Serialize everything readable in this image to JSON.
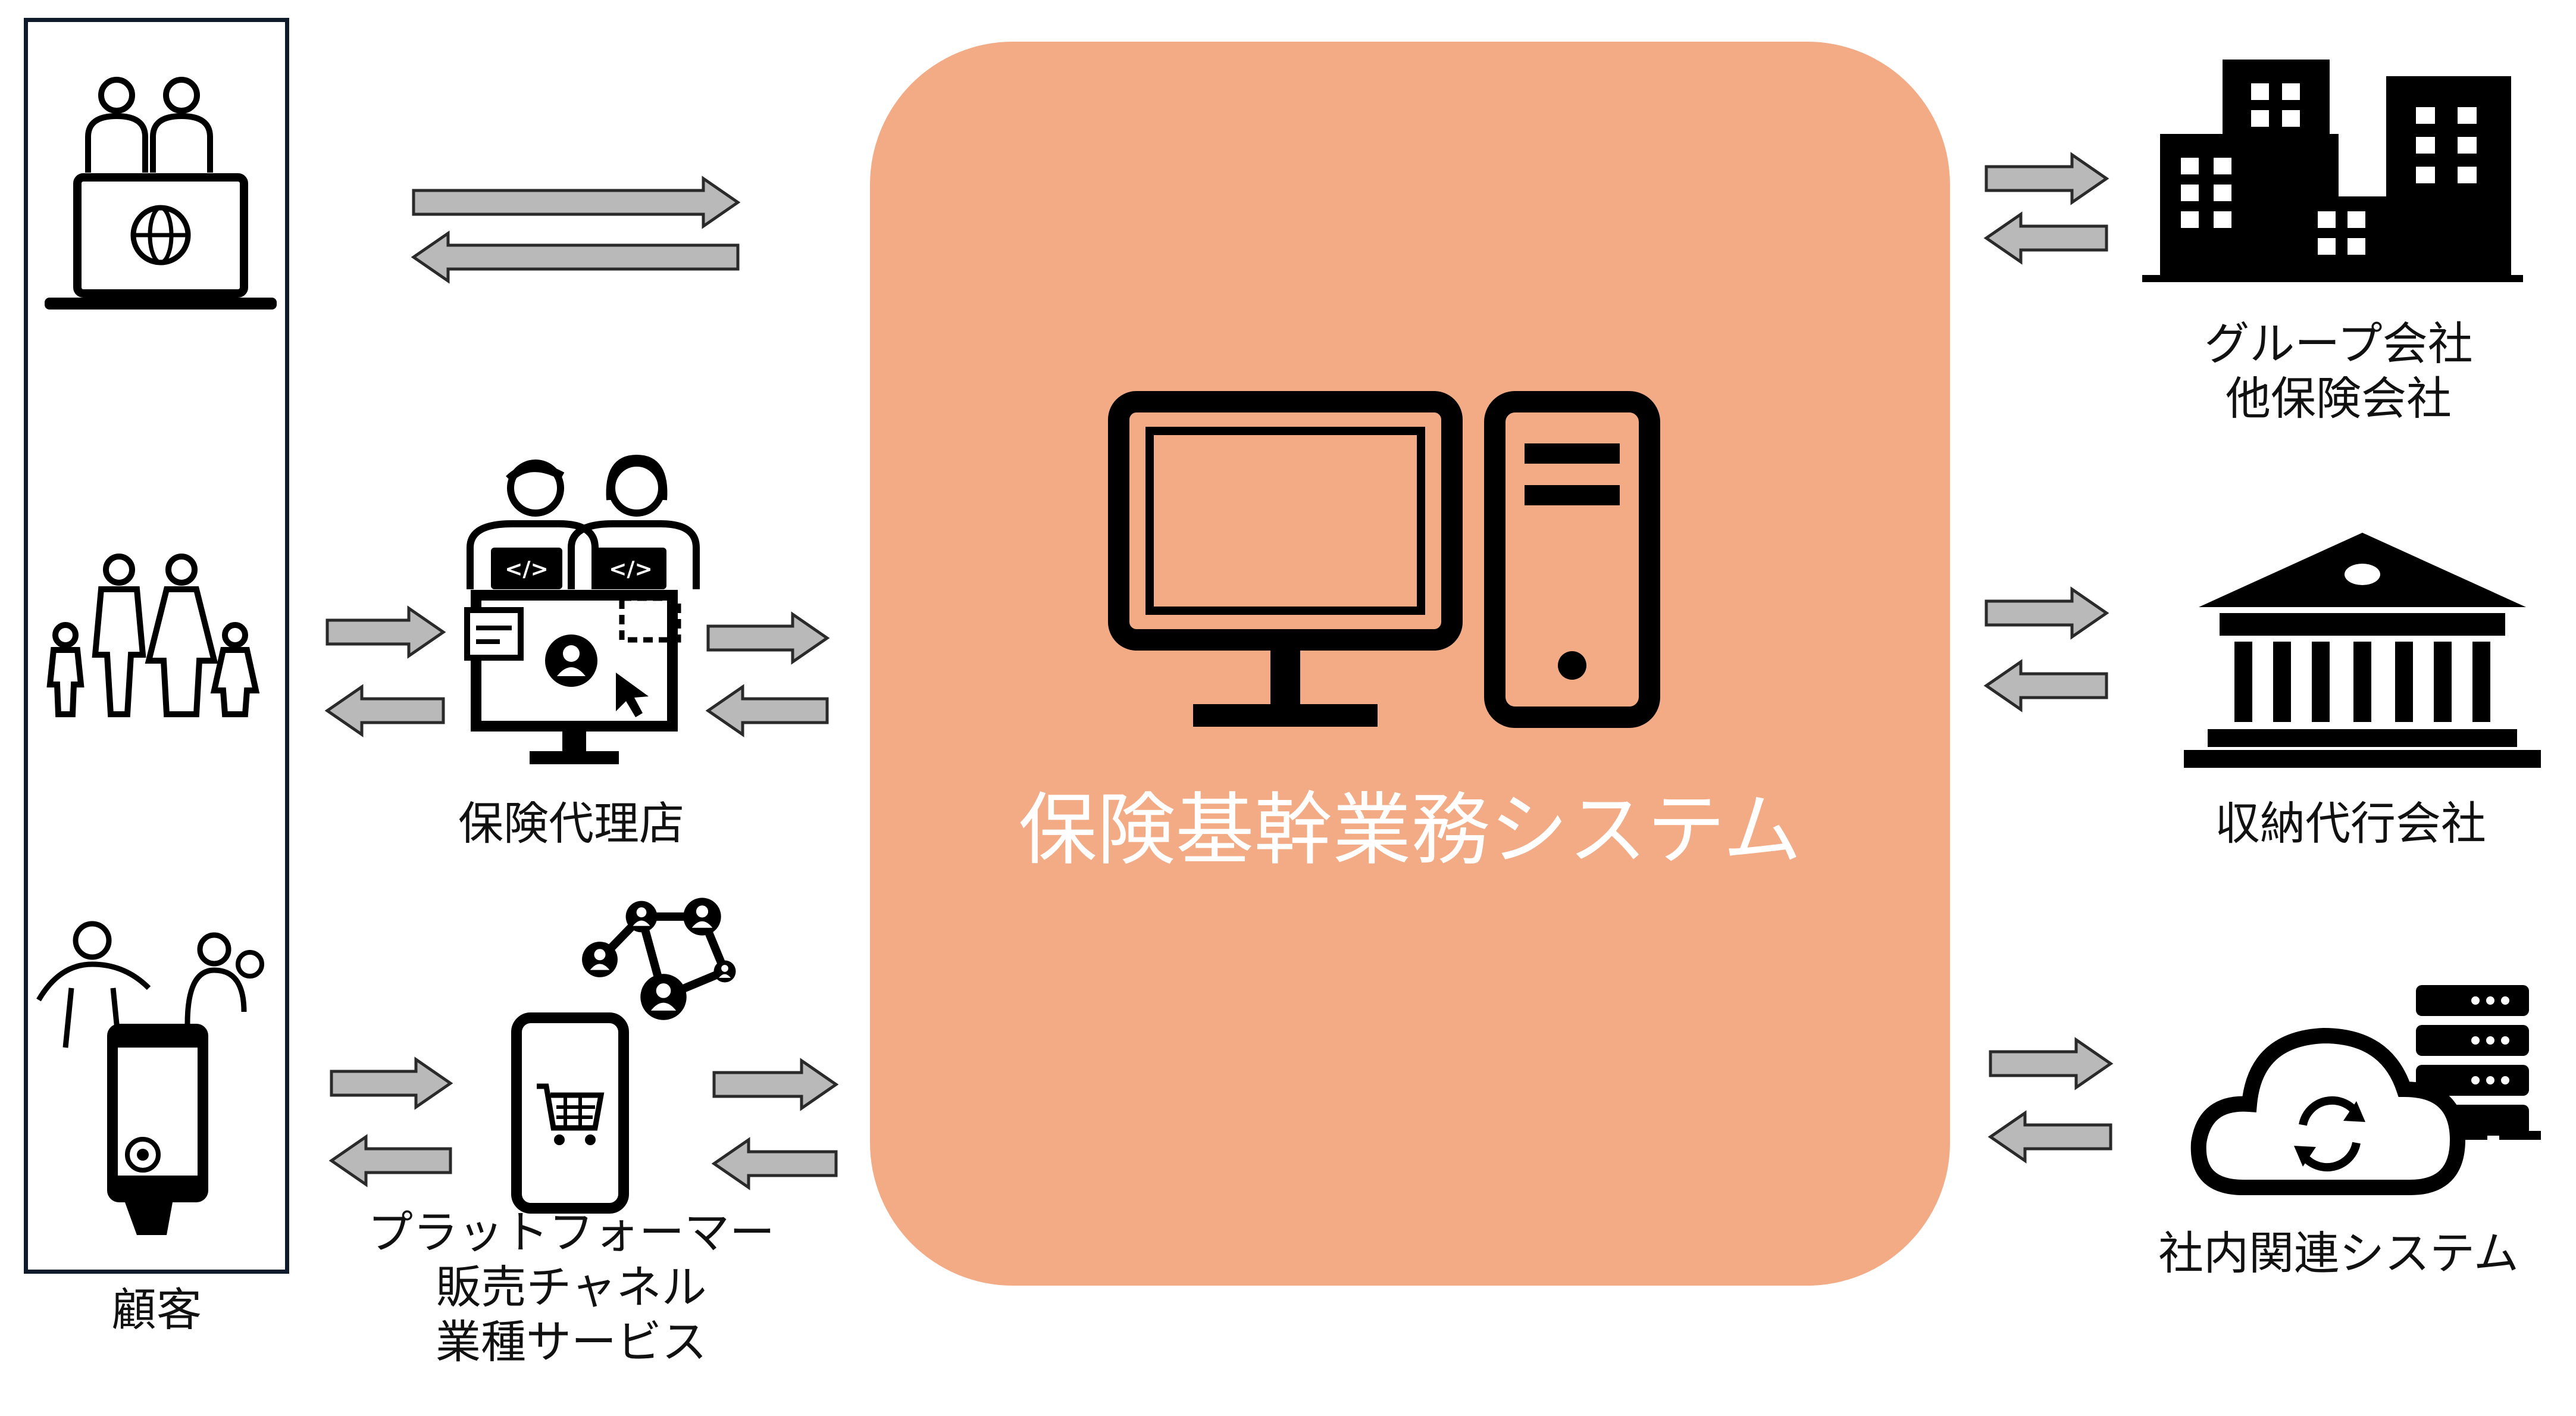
{
  "colors": {
    "center_fill": "#f2ab85",
    "center_text": "#ffffff",
    "arrow_fill": "#b9b9b9",
    "arrow_stroke": "#2a2a2a",
    "icon": "#000000",
    "frame": "#0f1b2a"
  },
  "center": {
    "title": "保険基幹業務システム",
    "icon": "desktop-computer-icon"
  },
  "customer": {
    "label": "顧客"
  },
  "agency": {
    "label": "保険代理店",
    "icon": "developers-at-computer-icon"
  },
  "platform": {
    "lines": [
      "プラットフォーマー",
      "販売チャネル",
      "業種サービス"
    ],
    "icon": "smartphone-network-icon"
  },
  "group": {
    "lines": [
      "グループ会社",
      "他保険会社"
    ],
    "icon": "office-buildings-icon"
  },
  "collection": {
    "label": "収納代行会社",
    "icon": "bank-building-icon"
  },
  "internal": {
    "label": "社内関連システム",
    "icon": "cloud-server-icon"
  }
}
